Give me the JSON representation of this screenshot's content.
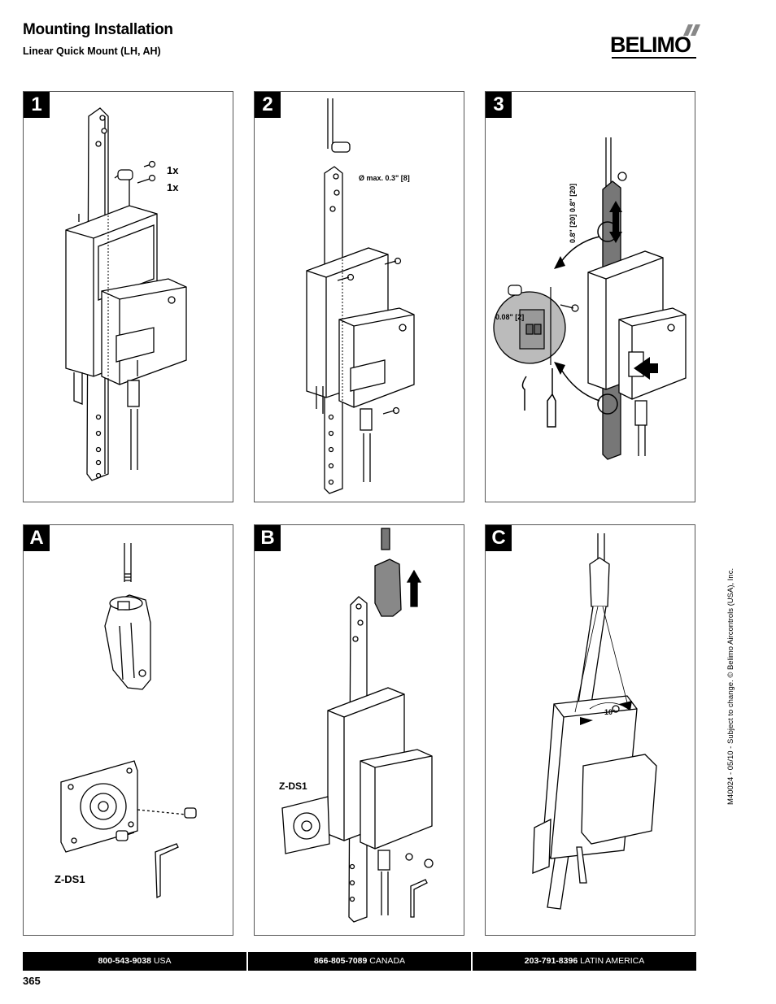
{
  "header": {
    "title": "Mounting Installation",
    "subtitle": "Linear Quick Mount (LH, AH)",
    "logo_text": "BELIMO"
  },
  "panels": [
    {
      "num": "1",
      "labels": [
        "1x",
        "1x"
      ]
    },
    {
      "num": "2",
      "labels": [
        "Ø max. 0.3\" [8]"
      ]
    },
    {
      "num": "3",
      "labels": [
        "0.8\" [20]",
        "0.8\" [20]",
        "0.08\" [2]"
      ]
    },
    {
      "num": "A",
      "labels": [
        "Z-DS1"
      ]
    },
    {
      "num": "B",
      "labels": [
        "Z-DS1"
      ]
    },
    {
      "num": "C",
      "labels": [
        "10°"
      ]
    }
  ],
  "side_note": "M40024 - 05/10 - Subject to change. © Belimo Aircontrols (USA), Inc.",
  "footer": [
    {
      "number": "800-543-9038",
      "region": "USA"
    },
    {
      "number": "866-805-7089",
      "region": "CANADA"
    },
    {
      "number": "203-791-8396",
      "region": "LATIN AMERICA"
    }
  ],
  "page_number": "365"
}
